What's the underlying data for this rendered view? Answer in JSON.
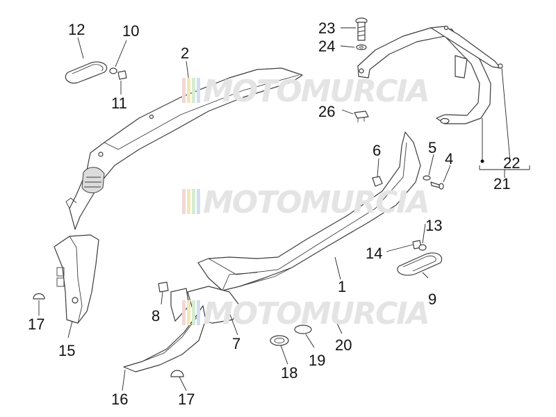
{
  "diagram": {
    "watermark": "MOTOMURCIA",
    "watermark_stripe_colors": [
      "#f2d7d5",
      "#f5e6b8",
      "#d6ebcf",
      "#d0dff0"
    ],
    "callouts": [
      "1",
      "2",
      "4",
      "5",
      "6",
      "7",
      "8",
      "9",
      "10",
      "11",
      "12",
      "13",
      "14",
      "15",
      "16",
      "17",
      "17",
      "18",
      "19",
      "20",
      "21",
      "22",
      "23",
      "24",
      "26"
    ]
  }
}
